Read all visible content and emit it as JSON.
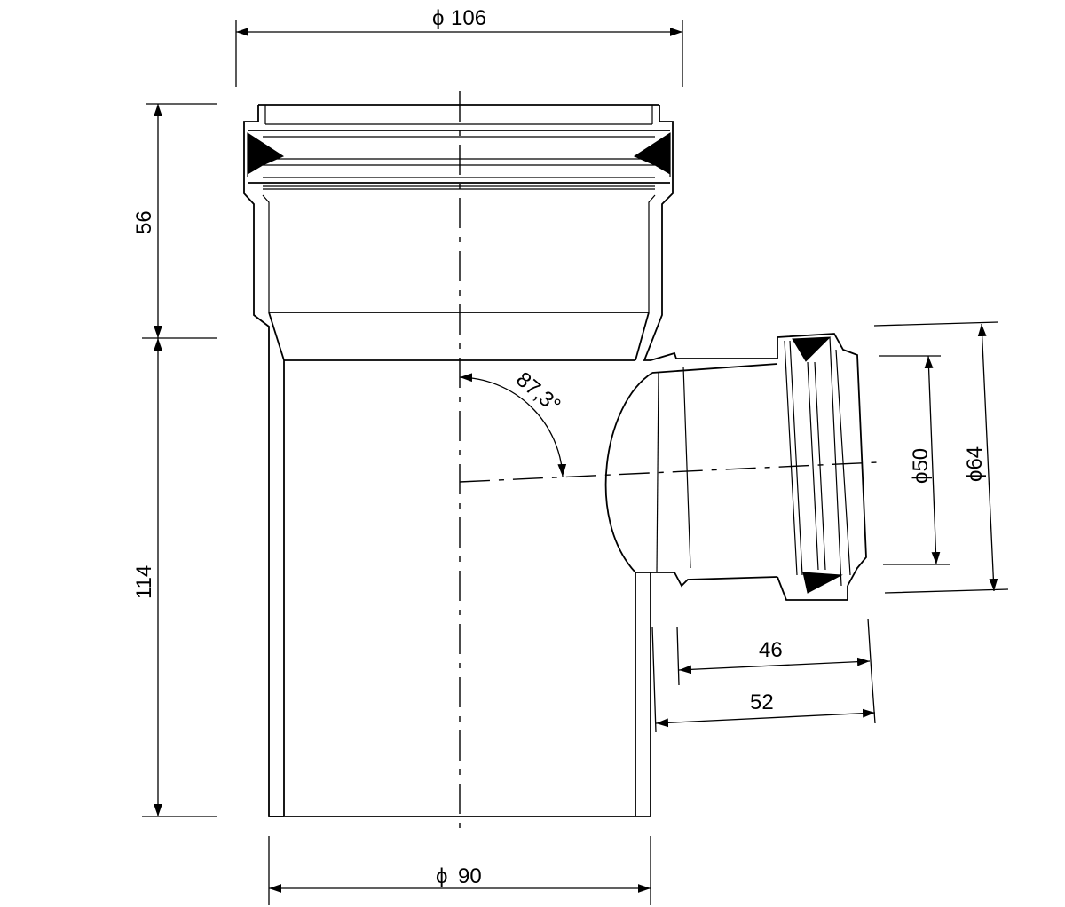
{
  "dimensions": {
    "socket_outer_diameter": "106",
    "pipe_outer_diameter": "90",
    "socket_length": "56",
    "body_length": "114",
    "branch_inner_diameter": "50",
    "branch_outer_diameter": "64",
    "branch_socket_depth": "46",
    "branch_length": "52",
    "branch_angle": "87,3°"
  },
  "symbols": {
    "diameter": "ϕ"
  }
}
